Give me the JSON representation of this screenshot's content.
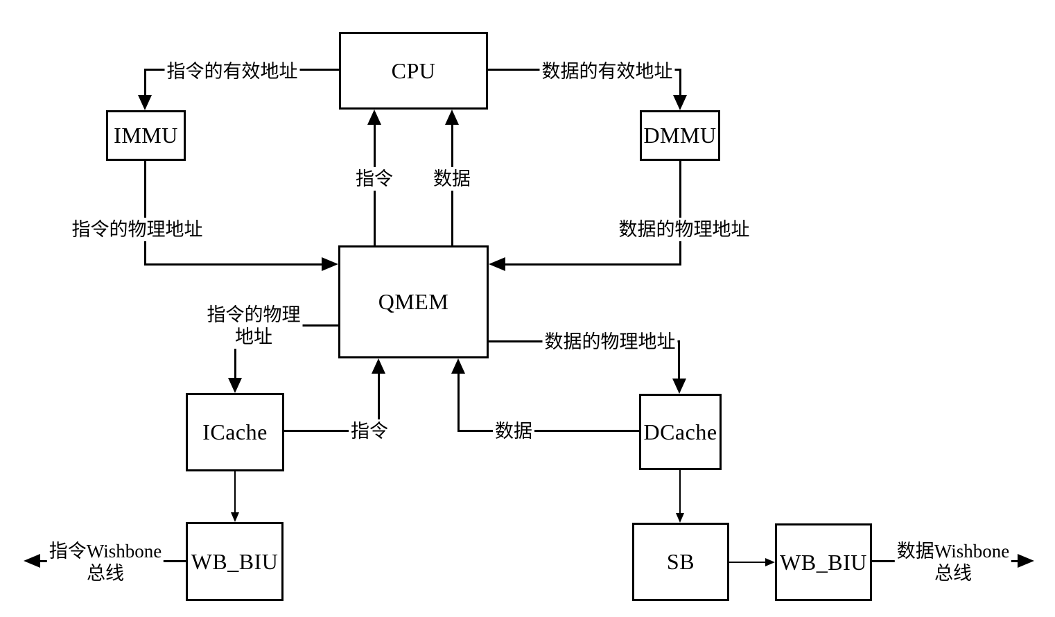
{
  "blocks": {
    "cpu": "CPU",
    "immu": "IMMU",
    "dmmu": "DMMU",
    "qmem": "QMEM",
    "icache": "ICache",
    "dcache": "DCache",
    "wb_biu_instr": "WB_BIU",
    "sb": "SB",
    "wb_biu_data": "WB_BIU"
  },
  "labels": {
    "instr_effective_address": "指令的有效地址",
    "data_effective_address": "数据的有效地址",
    "instr_to_cpu": "指令",
    "data_to_cpu": "数据",
    "instr_physical_address": "指令的物理地址",
    "data_physical_address": "数据的物理地址",
    "instr_physical_line1": "指令的物理",
    "instr_physical_line2": "地址",
    "data_physical_to_dcache": "数据的物理地址",
    "instr_from_icache": "指令",
    "data_from_dcache": "数据",
    "instr_wishbone_line1": "指令Wishbone",
    "instr_wishbone_line2": "总线",
    "data_wishbone_line1": "数据Wishbone",
    "data_wishbone_line2": "总线"
  },
  "colors": {
    "line": "#000000",
    "background": "#ffffff",
    "text": "#000000"
  }
}
